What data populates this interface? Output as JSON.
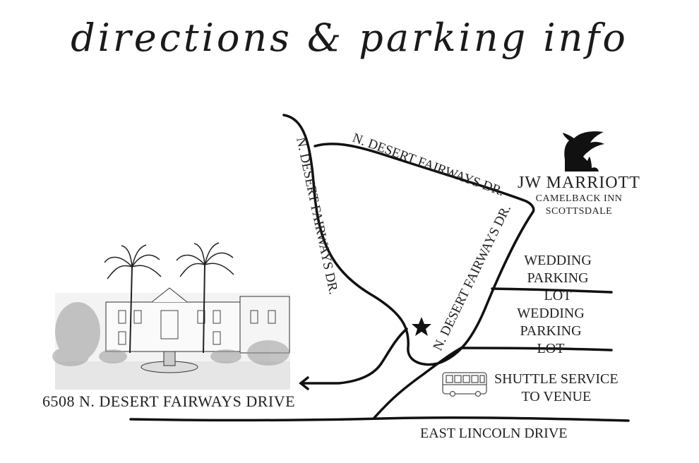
{
  "title": "directions & parking info",
  "roads": {
    "left_road": "N. DESERT FAIRWAYS DR.",
    "top_road": "N. DESERT FAIRWAYS DR.",
    "diagonal_road": "N. DESERT FAIRWAYS DR.",
    "bottom_road": "EAST LINCOLN DRIVE"
  },
  "parking": {
    "lot1_line1": "WEDDING",
    "lot1_line2": "PARKING LOT",
    "lot2_line1": "WEDDING",
    "lot2_line2": "PARKING LOT"
  },
  "shuttle": {
    "line1": "SHUTTLE SERVICE",
    "line2": "TO VENUE",
    "icon": "bus-icon"
  },
  "venue": {
    "address": "6508 N. DESERT FAIRWAYS DRIVE",
    "icon": "venue-sketch"
  },
  "hotel": {
    "brand": "JW MARRIOTT",
    "line2": "CAMELBACK INN",
    "line3": "SCOTTSDALE",
    "icon": "griffin-icon"
  },
  "marker": {
    "icon": "star-icon"
  }
}
